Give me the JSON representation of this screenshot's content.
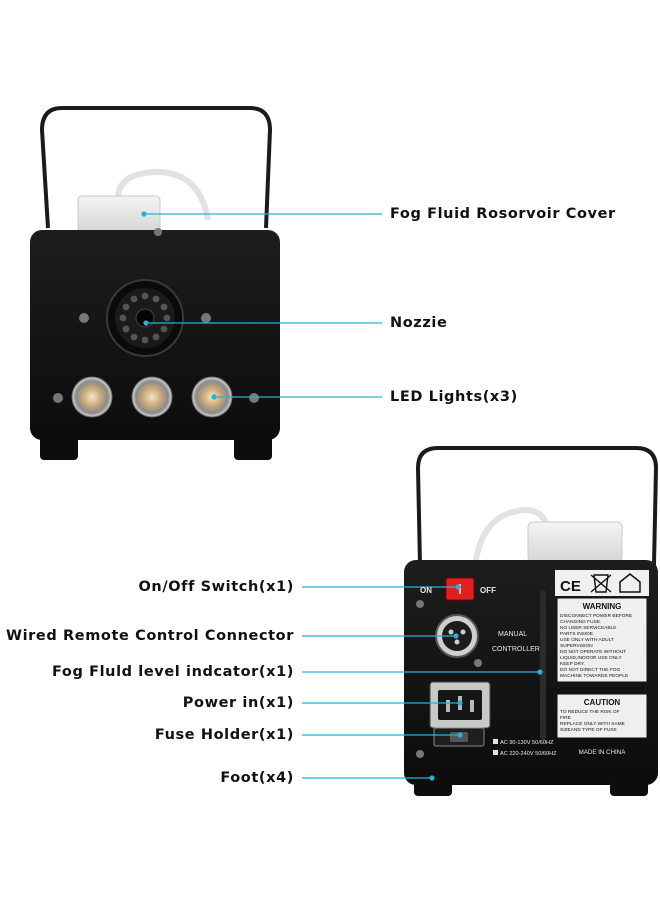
{
  "labels_front": [
    {
      "name": "fluid-cover-label",
      "text": "Fog Fluid Rosorvoir Cover"
    },
    {
      "name": "nozzle-label",
      "text": "Nozzie"
    },
    {
      "name": "led-lights-label",
      "text": "LED Lights(x3)"
    }
  ],
  "labels_back": [
    {
      "name": "switch-label",
      "text": "On/Off Switch(x1)"
    },
    {
      "name": "remote-connector-label",
      "text": "Wired Remote Control Connector"
    },
    {
      "name": "level-indicator-label",
      "text": "Fog Fluld level indcator(x1)"
    },
    {
      "name": "power-in-label",
      "text": "Power in(x1)"
    },
    {
      "name": "fuse-holder-label",
      "text": "Fuse Holder(x1)"
    },
    {
      "name": "foot-label",
      "text": "Foot(x4)"
    }
  ],
  "panel": {
    "on": "ON",
    "off": "OFF",
    "manual": "MANUAL",
    "controller": "CONTROLLER",
    "ce": "CE",
    "warning_title": "WARNING",
    "warning_lines": [
      "DISCONNECT POWER BEFORE",
      "CHANGING FUSE.",
      "NO USER SERVICEABLE",
      "PARTS INSIDE.",
      "USE ONLY WITH ADULT",
      "SUPERVISION",
      "DO NOT OPERATE WITHOUT",
      "LIQUID,INDOOR USE ONLY",
      "KEEP DRY.",
      "DO NOT DIRECT THE FOG",
      "MACHINE TOWARDS PEOPLE"
    ],
    "caution_title": "CAUTION",
    "caution_lines": [
      "TO REDUCE THE RISK OF",
      "FIRE",
      "REPLACE ONLY WITH SAME",
      "SIZEAND TYPE OF FUSE"
    ],
    "voltage_1": "AC 90-130V 50/60HZ",
    "voltage_2": "AC 220-240V 50/60HZ",
    "made_in": "MADE IN CHINA"
  },
  "colors": {
    "leader_line": "#2ab0d8",
    "body": "#141414",
    "switch": "#e02020"
  }
}
